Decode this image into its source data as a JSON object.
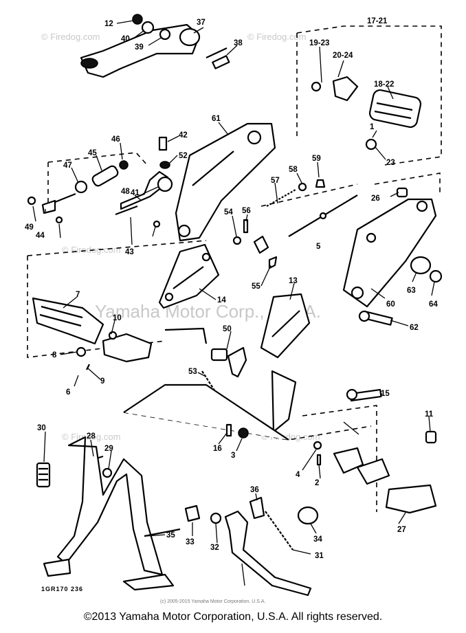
{
  "watermarks": {
    "brand_center": "Yamaha Motor Corp., U.S.A.",
    "firedog": "© Firedog.com"
  },
  "callouts": [
    "12",
    "40",
    "39",
    "37",
    "38",
    "17-21",
    "19-23",
    "20-24",
    "18-22",
    "1",
    "23",
    "61",
    "42",
    "52",
    "46",
    "45",
    "47",
    "48",
    "41",
    "49",
    "44",
    "43",
    "57",
    "58",
    "59",
    "26",
    "54",
    "56",
    "5",
    "55",
    "63",
    "64",
    "60",
    "62",
    "14",
    "13",
    "7",
    "10",
    "8",
    "9",
    "6",
    "50",
    "53",
    "15",
    "11",
    "30",
    "28",
    "29",
    "16",
    "3",
    "4",
    "2",
    "27",
    "35",
    "33",
    "32",
    "36",
    "34",
    "31"
  ],
  "footer": {
    "ref_code": "1GR170 236",
    "small_copyright": "(c) 2005-2015 Yamaha Motor Corporation, U.S.A.",
    "copyright": "©2013 Yamaha Motor Corporation, U.S.A. All rights reserved."
  }
}
